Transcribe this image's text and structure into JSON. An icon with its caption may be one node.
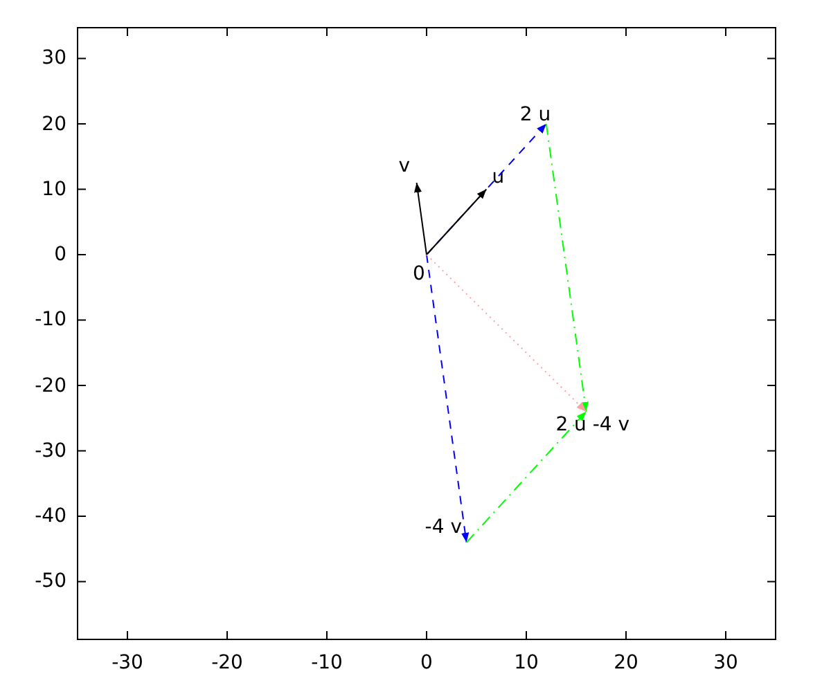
{
  "diagram": {
    "nodes": [
      {
        "text": [
          "0"
        ]
      },
      {
        "text": [
          "u"
        ]
      },
      {
        "text": [
          "v"
        ]
      },
      {
        "text": [
          "2 u"
        ]
      },
      {
        "text": [
          "-4 v"
        ]
      },
      {
        "text": [
          "2 u -4 v"
        ]
      }
    ],
    "edges": [
      {
        "from": 0,
        "to": 3,
        "arrow": "to",
        "style": "dashed",
        "color": "#0000ff"
      },
      {
        "from": 0,
        "to": 1,
        "arrow": "to",
        "color": "#000000"
      },
      {
        "from": 0,
        "to": 2,
        "arrow": "to",
        "color": "#000000"
      },
      {
        "from": 0,
        "to": 4,
        "arrow": "to",
        "style": "dashed",
        "color": "#0000ff"
      },
      {
        "from": 3,
        "to": 5,
        "arrow": "to",
        "style": "dashed",
        "color": "#00ff00"
      },
      {
        "from": 4,
        "to": 5,
        "arrow": "to",
        "style": "dashed",
        "color": "#00ff00"
      },
      {
        "from": 0,
        "to": 5,
        "arrow": "to",
        "style": "dashed",
        "color": "#ffa0a0"
      }
    ],
    "labels": [
      "30",
      "20",
      "10",
      "0",
      "-10",
      "-20",
      "-30",
      "-40",
      "-50",
      "-30",
      "-20",
      "-10",
      "0",
      "10",
      "20",
      "30"
    ]
  }
}
